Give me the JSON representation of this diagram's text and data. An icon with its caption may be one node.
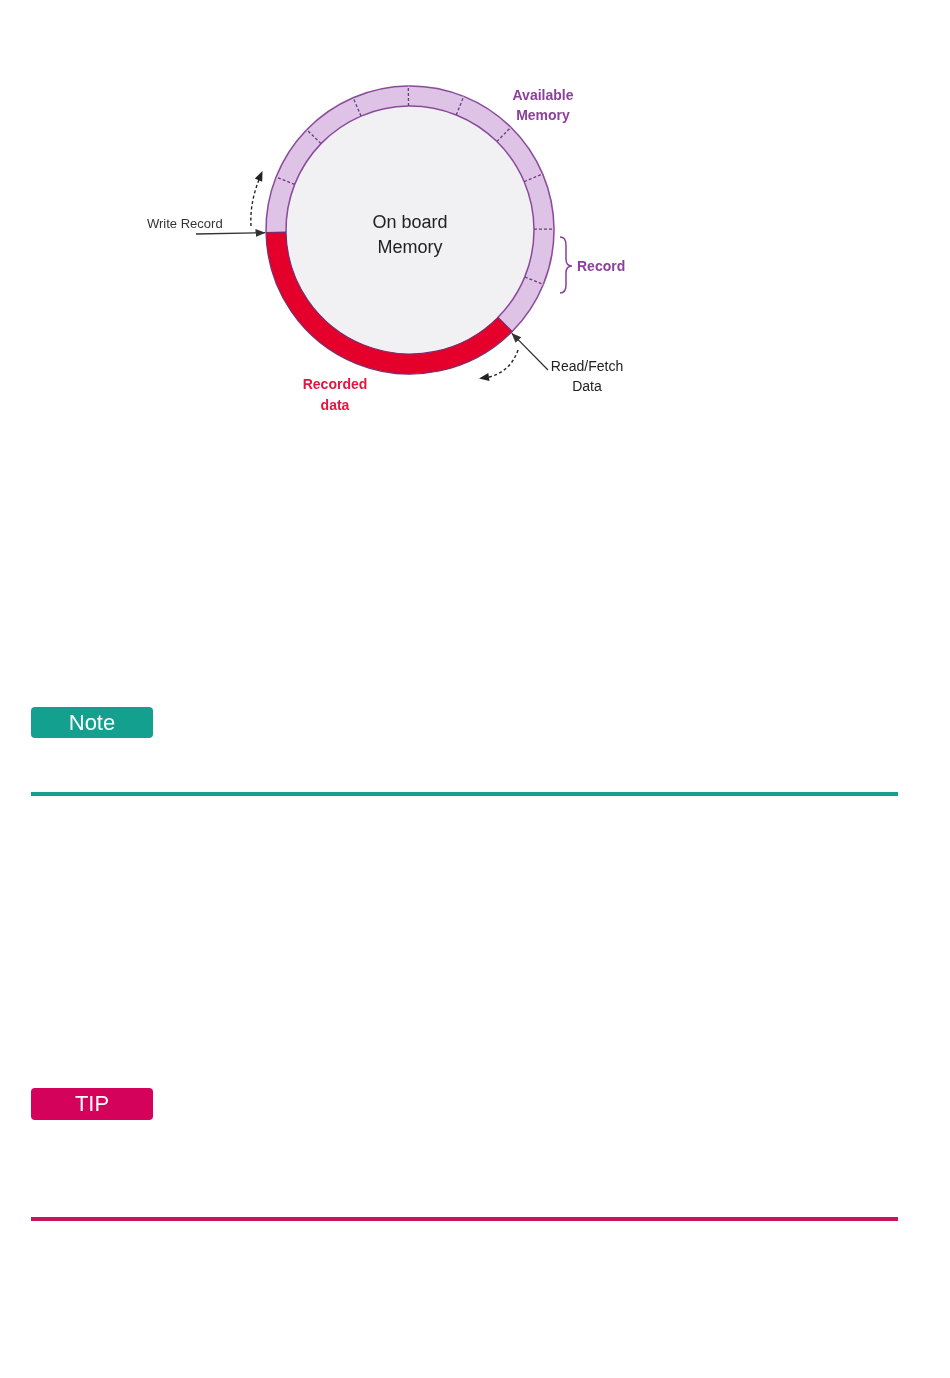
{
  "diagram": {
    "nodes": [
      {
        "text": [
          "On board Memory"
        ]
      },
      {
        "text": [],
        "shape": "arc",
        "in": 0,
        "beside": [
          "Recorded data"
        ]
      },
      {
        "text": [
          "Write Record"
        ]
      },
      {
        "text": [
          "Read/Fetch Data"
        ]
      },
      {
        "text": [
          "Note"
        ]
      },
      {
        "text": [
          "TIP"
        ]
      }
    ],
    "edges": [
      {
        "from": 2,
        "to": 1,
        "arrow": "to"
      },
      {
        "from": 3,
        "to": 1,
        "arrow": "to"
      }
    ],
    "labels": [
      "Available Memory",
      "Record"
    ]
  }
}
